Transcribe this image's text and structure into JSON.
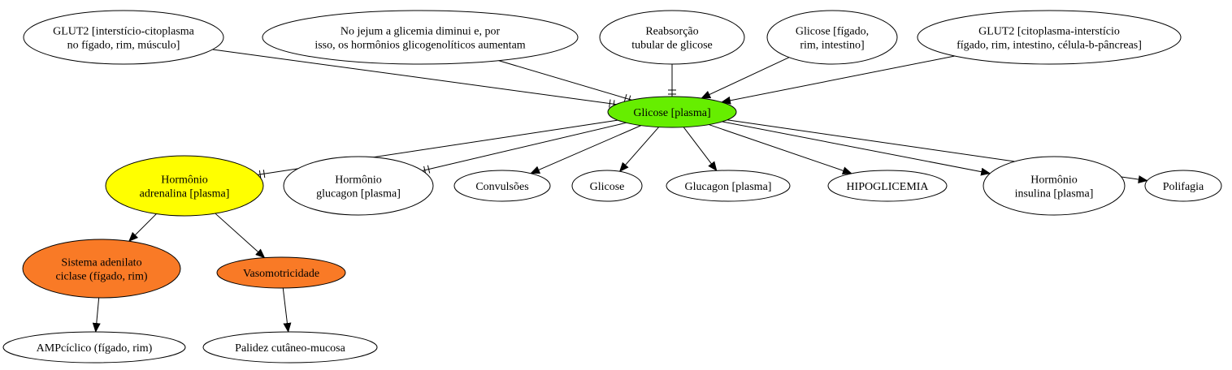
{
  "colors": {
    "green": "#66ee00",
    "yellow": "#ffff00",
    "orange": "#f97a26",
    "white": "#ffffff"
  },
  "nodes": {
    "glut2_intersticio": {
      "lines": [
        "GLUT2 [interstício-citoplasma",
        "no fígado, rim, músculo]"
      ],
      "fill": "white"
    },
    "jejum": {
      "lines": [
        "No jejum a glicemia diminui e, por",
        "isso, os hormônios glicogenolíticos aumentam"
      ],
      "fill": "white"
    },
    "reabsorcao": {
      "lines": [
        "Reabsorção",
        "tubular de glicose"
      ],
      "fill": "white"
    },
    "glicose_figado": {
      "lines": [
        "Glicose [fígado,",
        "rim, intestino]"
      ],
      "fill": "white"
    },
    "glut2_citoplasma": {
      "lines": [
        "GLUT2 [citoplasma-interstício",
        "fígado, rim, intestino, célula-b-pâncreas]"
      ],
      "fill": "white"
    },
    "glicose_plasma": {
      "lines": [
        "Glicose [plasma]"
      ],
      "fill": "green"
    },
    "adrenalina": {
      "lines": [
        "Hormônio",
        "adrenalina [plasma]"
      ],
      "fill": "yellow"
    },
    "glucagon_hormonio": {
      "lines": [
        "Hormônio",
        "glucagon [plasma]"
      ],
      "fill": "white"
    },
    "convulsoes": {
      "lines": [
        "Convulsões"
      ],
      "fill": "white"
    },
    "glicose": {
      "lines": [
        "Glicose"
      ],
      "fill": "white"
    },
    "glucagon_plasma": {
      "lines": [
        "Glucagon [plasma]"
      ],
      "fill": "white"
    },
    "hipoglicemia": {
      "lines": [
        "HIPOGLICEMIA"
      ],
      "fill": "white"
    },
    "insulina": {
      "lines": [
        "Hormônio",
        "insulina [plasma]"
      ],
      "fill": "white"
    },
    "polifagia": {
      "lines": [
        "Polifagia"
      ],
      "fill": "white"
    },
    "adenilato": {
      "lines": [
        "Sistema adenilato",
        "ciclase (fígado, rim)"
      ],
      "fill": "orange"
    },
    "vasomotricidade": {
      "lines": [
        "Vasomotricidade"
      ],
      "fill": "orange"
    },
    "ampciclico": {
      "lines": [
        "AMPcíclico (fígado, rim)"
      ],
      "fill": "white"
    },
    "palidez": {
      "lines": [
        "Palidez cutâneo-mucosa"
      ],
      "fill": "white"
    }
  },
  "edges": [
    {
      "from": "glut2_intersticio",
      "to": "glicose_plasma",
      "type": "inhibit"
    },
    {
      "from": "jejum",
      "to": "glicose_plasma",
      "type": "inhibit"
    },
    {
      "from": "reabsorcao",
      "to": "glicose_plasma",
      "type": "inhibit"
    },
    {
      "from": "glicose_figado",
      "to": "glicose_plasma",
      "type": "arrow"
    },
    {
      "from": "glut2_citoplasma",
      "to": "glicose_plasma",
      "type": "arrow"
    },
    {
      "from": "glicose_plasma",
      "to": "adrenalina",
      "type": "inhibit"
    },
    {
      "from": "glicose_plasma",
      "to": "glucagon_hormonio",
      "type": "inhibit"
    },
    {
      "from": "glicose_plasma",
      "to": "convulsoes",
      "type": "arrow"
    },
    {
      "from": "glicose_plasma",
      "to": "glicose",
      "type": "arrow"
    },
    {
      "from": "glicose_plasma",
      "to": "glucagon_plasma",
      "type": "arrow"
    },
    {
      "from": "glicose_plasma",
      "to": "hipoglicemia",
      "type": "arrow"
    },
    {
      "from": "glicose_plasma",
      "to": "insulina",
      "type": "arrow"
    },
    {
      "from": "glicose_plasma",
      "to": "polifagia",
      "type": "arrow"
    },
    {
      "from": "adrenalina",
      "to": "adenilato",
      "type": "arrow"
    },
    {
      "from": "adrenalina",
      "to": "vasomotricidade",
      "type": "arrow"
    },
    {
      "from": "adenilato",
      "to": "ampciclico",
      "type": "arrow"
    },
    {
      "from": "vasomotricidade",
      "to": "palidez",
      "type": "arrow"
    }
  ]
}
